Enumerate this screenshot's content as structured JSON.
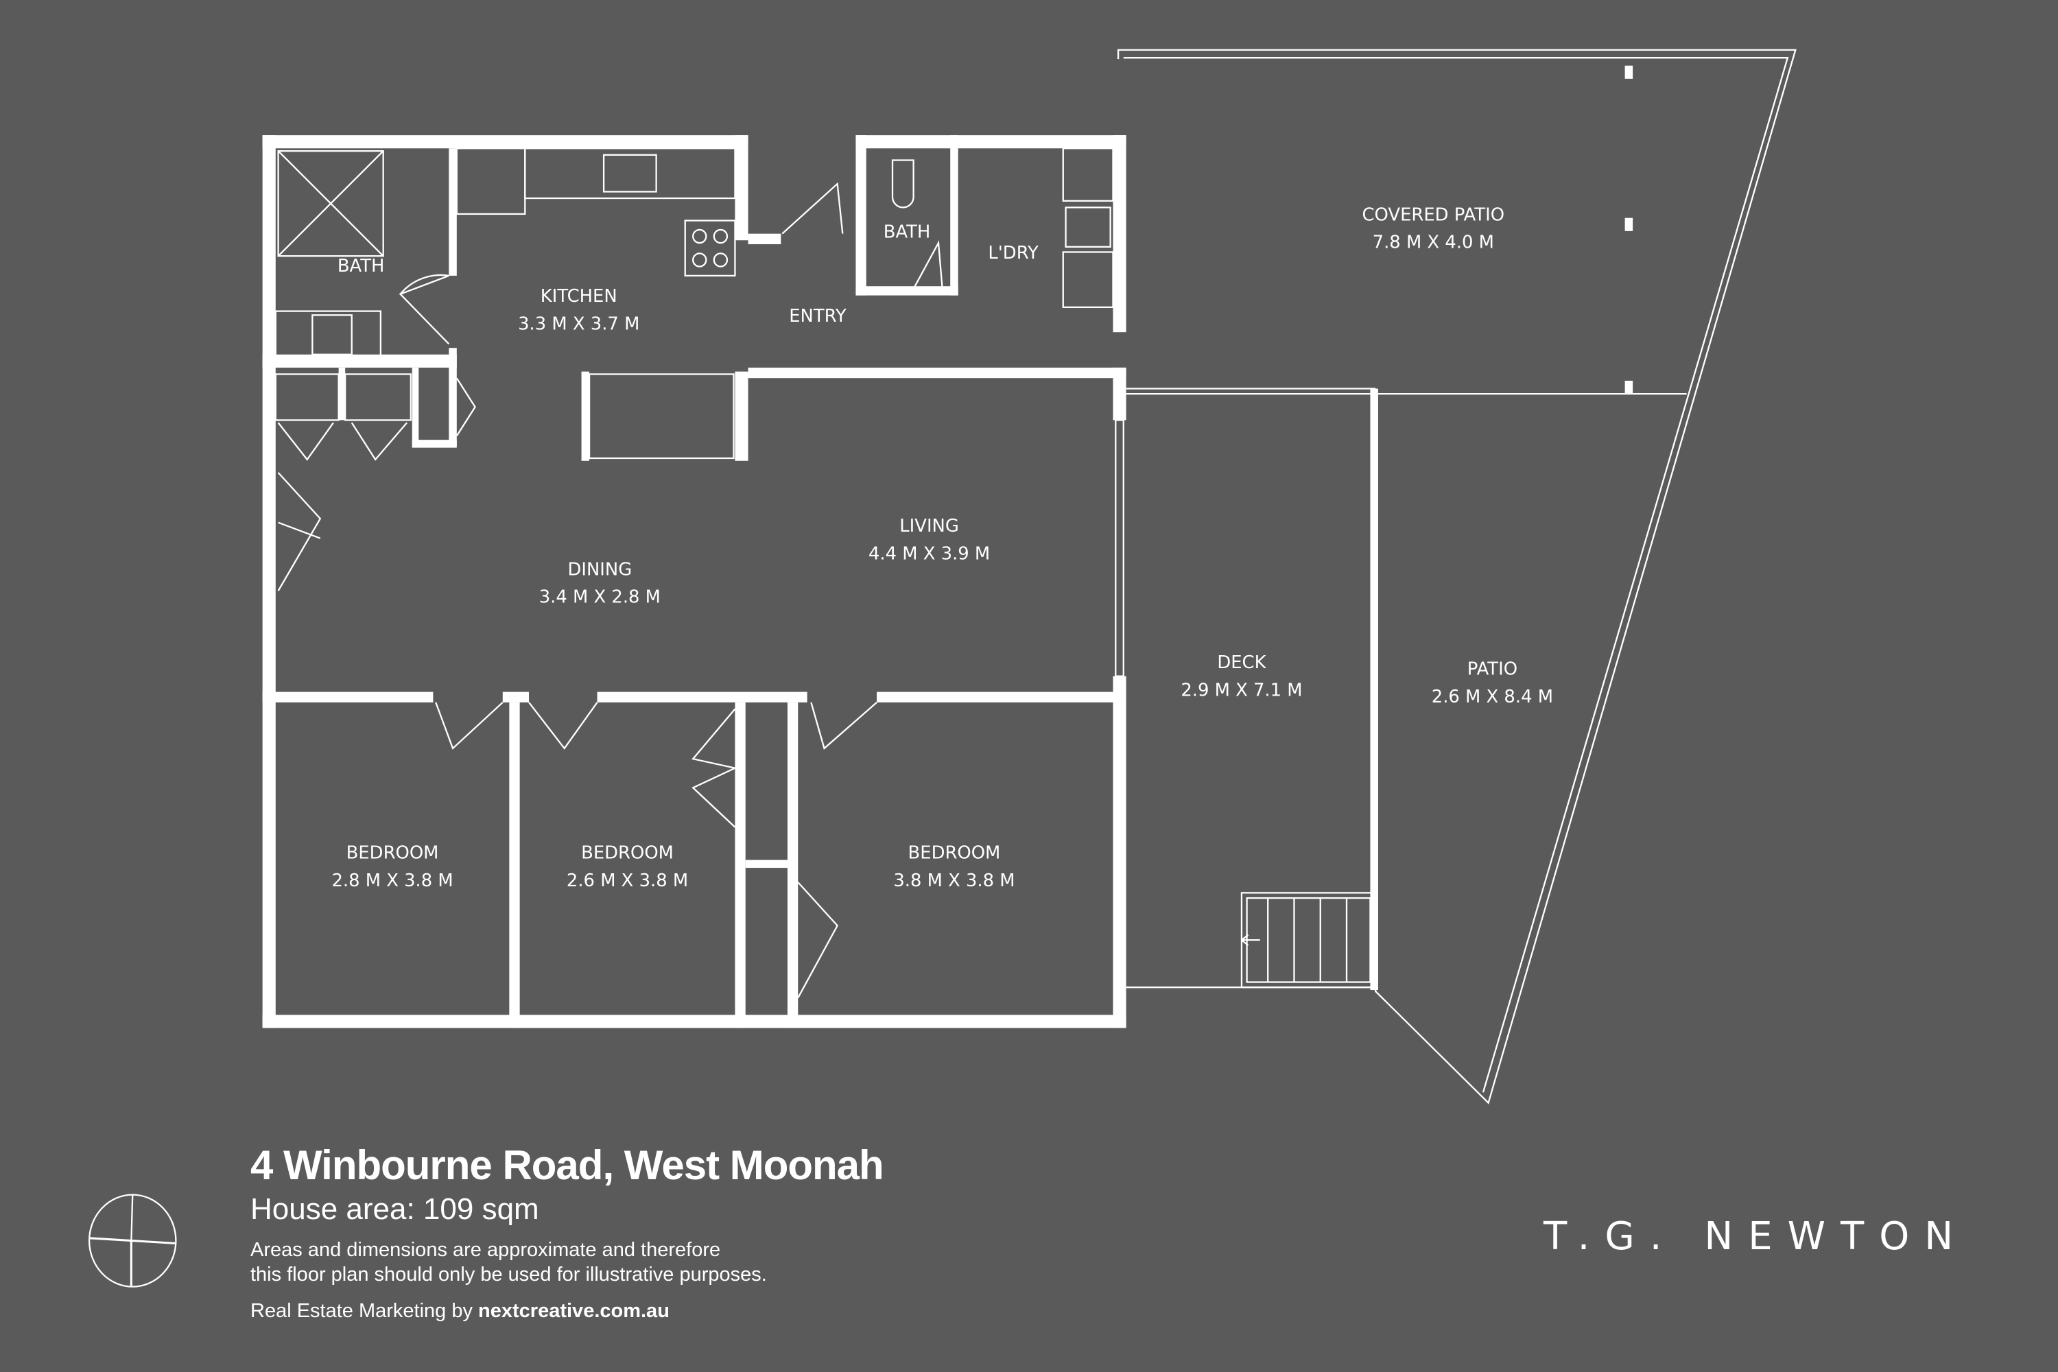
{
  "rooms": [
    {
      "name": "BATH",
      "dims": ""
    },
    {
      "name": "KITCHEN",
      "dims": "3.3 M X 3.7 M"
    },
    {
      "name": "ENTRY",
      "dims": ""
    },
    {
      "name": "BATH",
      "dims": ""
    },
    {
      "name": "L'DRY",
      "dims": ""
    },
    {
      "name": "COVERED PATIO",
      "dims": "7.8 M X 4.0 M"
    },
    {
      "name": "LIVING",
      "dims": "4.4 M X 3.9 M"
    },
    {
      "name": "DINING",
      "dims": "3.4 M X 2.8 M"
    },
    {
      "name": "DECK",
      "dims": "2.9 M X 7.1 M"
    },
    {
      "name": "PATIO",
      "dims": "2.6 M X 8.4 M"
    },
    {
      "name": "BEDROOM",
      "dims": "2.8 M X 3.8 M"
    },
    {
      "name": "BEDROOM",
      "dims": "2.6 M X 3.8 M"
    },
    {
      "name": "BEDROOM",
      "dims": "3.8 M X 3.8 M"
    }
  ],
  "info": {
    "address": "4 Winbourne Road, West Moonah",
    "house_area": "House area: 109 sqm",
    "disclaimer_line1": "Areas and dimensions are approximate and therefore",
    "disclaimer_line2": "this floor plan should only be used for illustrative purposes.",
    "credit_prefix": "Real Estate Marketing by ",
    "credit_site": "nextcreative.com.au"
  },
  "logo": "T.G. NEWTON",
  "colors": {
    "background": "#5a5a5a",
    "lines": "#ffffff"
  }
}
